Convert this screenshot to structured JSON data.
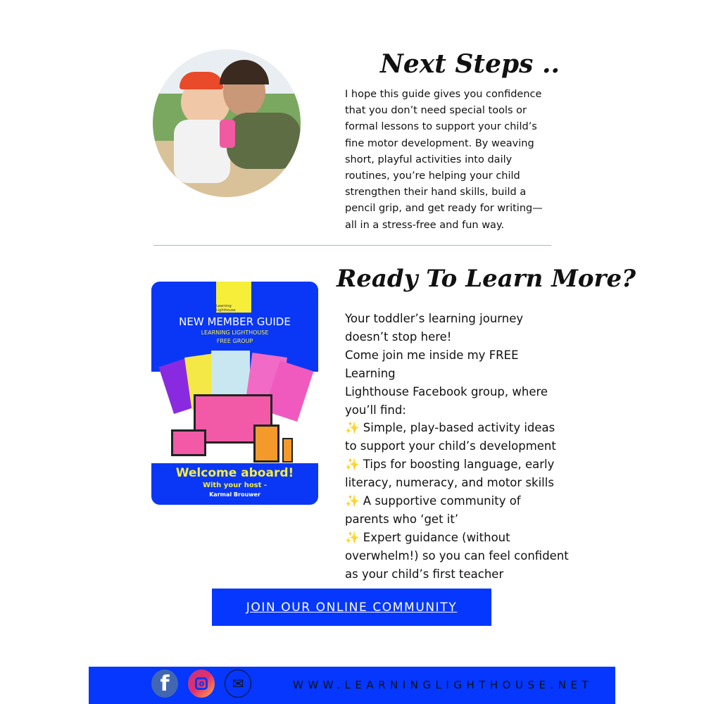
{
  "next_steps": {
    "title": "Next Steps ..",
    "lines": [
      "I hope this guide gives you confidence",
      "that you don’t need special tools or",
      "formal lessons to support your child’s",
      "fine motor development. By weaving",
      "short, playful activities into daily",
      "routines, you’re helping your child",
      "strengthen their hand skills, build a",
      "pencil grip, and get ready for writing—",
      "all in a stress-free and fun way."
    ]
  },
  "learn_more": {
    "title": "Ready To Learn More?",
    "lines": [
      "Your toddler’s learning journey",
      "doesn’t stop here!",
      "Come join me inside my FREE Learning",
      "Lighthouse Facebook group, where",
      "you’ll find:",
      "✨ Simple, play-based activity ideas",
      "to support your child’s development",
      "✨ Tips for boosting language, early",
      "literacy, numeracy, and motor skills",
      "✨ A supportive community of",
      "parents who ‘get it’",
      "✨ Expert guidance (without",
      "overwhelm!) so you can feel confident",
      "as your child’s first teacher"
    ]
  },
  "guide": {
    "logo_text": "Learning Lighthouse",
    "title": "NEW MEMBER GUIDE",
    "subtitle1": "LEARNING LIGHTHOUSE",
    "subtitle2": "FREE GROUP",
    "welcome": "Welcome aboard!",
    "host": "With your host -",
    "name": "Karmal Brouwer"
  },
  "cta": {
    "label": "JOIN OUR ONLINE COMMUNITY"
  },
  "footer": {
    "url": "WWW.LEARNINGLIGHTHOUSE.NET",
    "icons": [
      "facebook-icon",
      "instagram-icon",
      "email-icon"
    ]
  }
}
